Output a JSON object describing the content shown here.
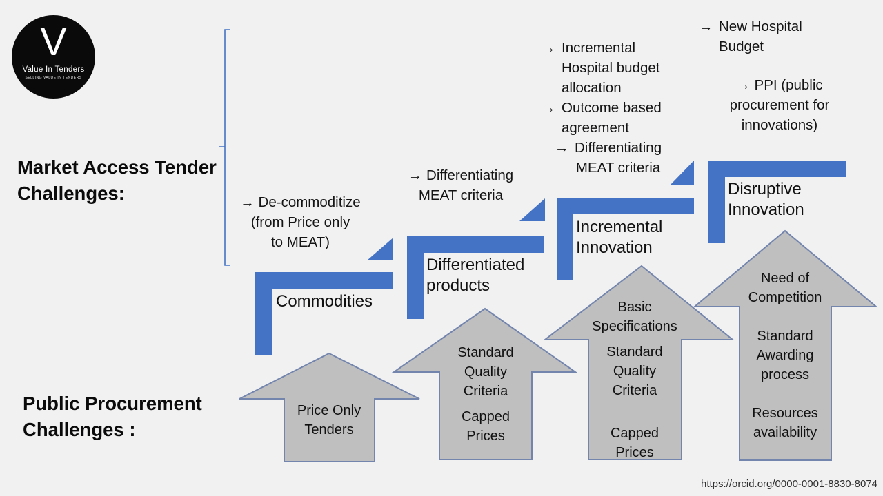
{
  "colors": {
    "background": "#f1f1f2",
    "accent_blue": "#4472c4",
    "arrow_fill": "#bfbfbf",
    "arrow_stroke": "#7385ad"
  },
  "logo": {
    "monogram": "V",
    "name": "Value In Tenders",
    "tagline": "SELLING VALUE IN TENDERS"
  },
  "headings": {
    "market_access": "Market Access Tender\nChallenges:",
    "public_procurement": "Public Procurement\nChallenges :"
  },
  "tender_challenges": {
    "decommoditize": "→ De-commoditize\n(from Price only\nto MEAT)",
    "differentiating_meat": "→ Differentiating\nMEAT criteria",
    "incremental": {
      "items": [
        {
          "bullet": "→",
          "text": "Incremental\nHospital budget\nallocation"
        },
        {
          "bullet": "→",
          "text": "Outcome based\nagreement"
        },
        {
          "bullet": "→",
          "text": "Differentiating\nMEAT criteria"
        }
      ]
    },
    "disruptive": {
      "new_hospital": {
        "bullet": "→",
        "text": "New Hospital\nBudget"
      },
      "ppi": "→ PPI (public\nprocurement for\ninnovations)"
    }
  },
  "steps": [
    {
      "label": "Commodities"
    },
    {
      "label": "Differentiated\nproducts"
    },
    {
      "label": "Incremental\nInnovation"
    },
    {
      "label": "Disruptive\nInnovation"
    }
  ],
  "procurement_arrows": [
    {
      "groups": [
        "Price Only\nTenders"
      ]
    },
    {
      "groups": [
        "Standard\nQuality\nCriteria",
        "Capped\nPrices"
      ]
    },
    {
      "groups": [
        "Basic\nSpecifications",
        "Standard\nQuality\nCriteria",
        "Capped\nPrices"
      ]
    },
    {
      "groups": [
        "Need of\nCompetition",
        "Standard\nAwarding\nprocess",
        "Resources\navailability"
      ]
    }
  ],
  "footer": {
    "url": "https://orcid.org/0000-0001-8830-8074"
  }
}
